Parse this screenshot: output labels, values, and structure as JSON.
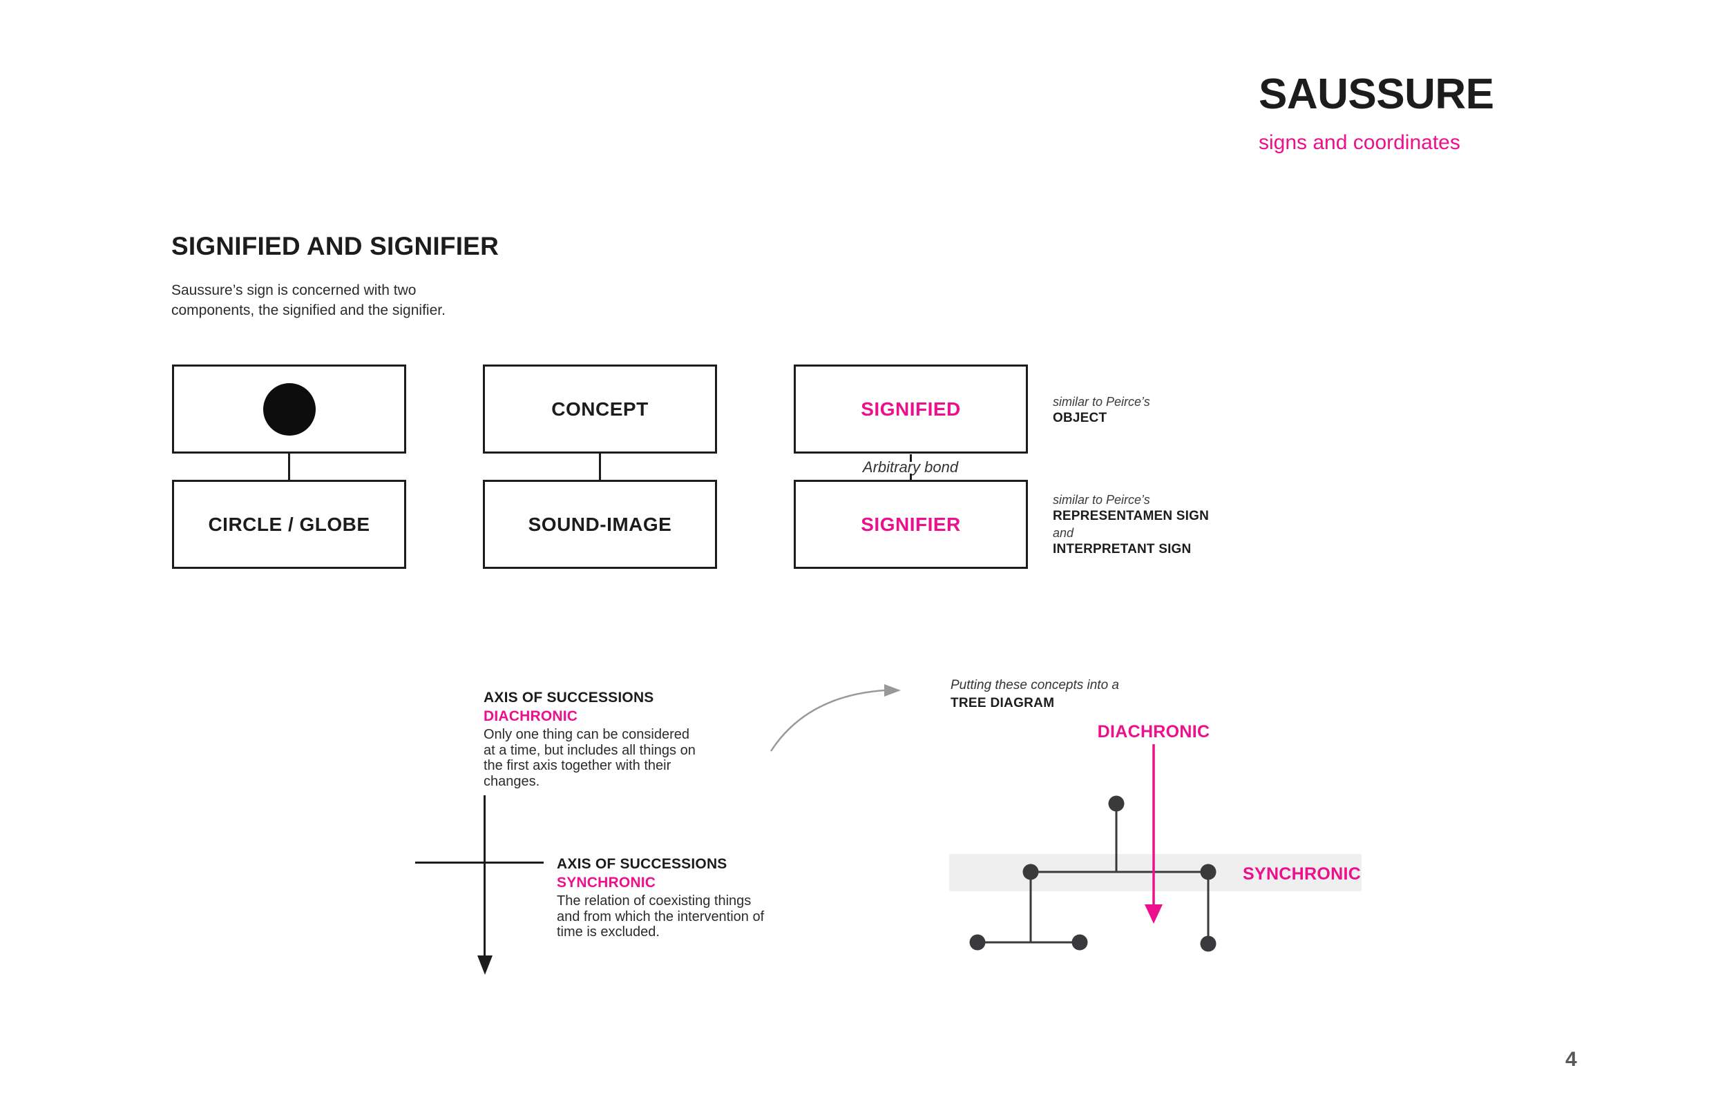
{
  "colors": {
    "accent": "#EC108E",
    "ink": "#1C1C1C",
    "body_text": "#2B2B2B",
    "tree_gray": "#3A3A3C",
    "band_gray": "#EFEFEF",
    "arrow_gray": "#999999",
    "page_number_gray": "#58595B"
  },
  "header": {
    "title": "SAUSSURE",
    "subtitle": "signs and coordinates"
  },
  "intro": {
    "heading": "SIGNIFIED AND SIGNIFIER",
    "lines": [
      "Saussure’s sign is concerned with two",
      "components, the signified and the signifier."
    ]
  },
  "sign_model": {
    "col1": {
      "top_icon": "filled-circle",
      "bottom": "CIRCLE / GLOBE"
    },
    "col2": {
      "top": "CONCEPT",
      "bottom": "SOUND-IMAGE"
    },
    "col3": {
      "top": "SIGNIFIED",
      "bottom": "SIGNIFIER",
      "bond": "Arbitrary bond"
    },
    "note_signified": {
      "intro": "similar to Peirce’s",
      "term": "OBJECT"
    },
    "note_signifier": {
      "intro": "similar to Peirce’s",
      "term1": "REPRESENTAMEN SIGN",
      "conj": "and",
      "term2": "INTERPRETANT SIGN"
    }
  },
  "axes": {
    "diachronic": {
      "title": "AXIS OF SUCCESSIONS",
      "subtitle": "DIACHRONIC",
      "lines": [
        "Only one thing can be considered",
        "at a time, but includes all things on",
        "the first axis together with their",
        "changes."
      ]
    },
    "synchronic": {
      "title": "AXIS OF SUCCESSIONS",
      "subtitle": "SYNCHRONIC",
      "lines": [
        "The relation of coexisting things",
        "and from which the intervention of",
        "time is excluded."
      ]
    }
  },
  "tree": {
    "caption_intro": "Putting these concepts into a",
    "caption_term": "TREE DIAGRAM",
    "diachronic_label": "DIACHRONIC",
    "synchronic_label": "SYNCHRONIC"
  },
  "footer": {
    "page": "4"
  }
}
